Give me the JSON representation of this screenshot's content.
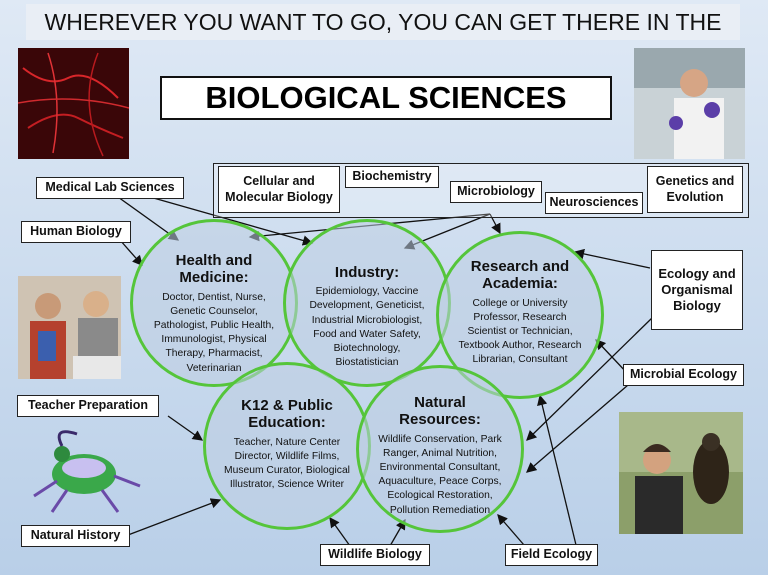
{
  "header": "WHEREVER YOU WANT TO GO, YOU CAN GET THERE IN THE",
  "title": "BIOLOGICAL SCIENCES",
  "boxes": {
    "cell_mol": "Cellular and Molecular Biology",
    "biochem": "Biochemistry",
    "micro": "Microbiology",
    "neuro": "Neurosciences",
    "genetics": "Genetics and Evolution",
    "medlab": "Medical Lab Sciences",
    "human_bio": "Human Biology",
    "ecology": "Ecology and Organismal Biology",
    "microbial_eco": "Microbial Ecology",
    "teacher_prep": "Teacher Preparation",
    "natural_history": "Natural History",
    "wildlife": "Wildlife Biology",
    "field_eco": "Field Ecology"
  },
  "circles": {
    "health": {
      "title": "Health and Medicine:",
      "body": "Doctor, Dentist, Nurse, Genetic Counselor, Pathologist, Public Health, Immunologist, Physical Therapy, Pharmacist, Veterinarian"
    },
    "industry": {
      "title": "Industry:",
      "body": "Epidemiology, Vaccine Development, Geneticist, Industrial Microbiologist, Food and Water Safety, Biotechnology, Biostatistician"
    },
    "research": {
      "title": "Research and Academia:",
      "body": "College or University Professor, Research Scientist or Technician, Textbook Author, Research Librarian, Consultant"
    },
    "k12": {
      "title": "K12 & Public Education:",
      "body": "Teacher, Nature Center Director, Wildlife Films, Museum Curator, Biological Illustrator, Science Writer"
    },
    "natural": {
      "title": "Natural Resources:",
      "body": "Wildlife Conservation, Park Ranger, Animal Nutrition, Environmental Consultant, Aquaculture, Peace Corps, Ecological Restoration, Pollution Remediation"
    }
  },
  "colors": {
    "circle_border": "#55c53a",
    "background": "#c6d8ec"
  }
}
